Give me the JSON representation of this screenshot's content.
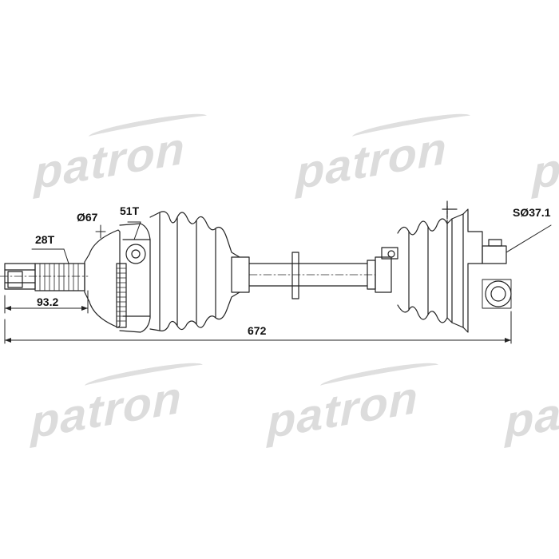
{
  "watermark": {
    "text": "patron"
  },
  "diagram": {
    "labels": {
      "splines_outer": "28T",
      "diameter_outer": "Ø67",
      "splines_inner": "51T",
      "length_outer_stub": "93.2",
      "total_length": "672",
      "inner_diameter": "SØ37.1"
    }
  }
}
